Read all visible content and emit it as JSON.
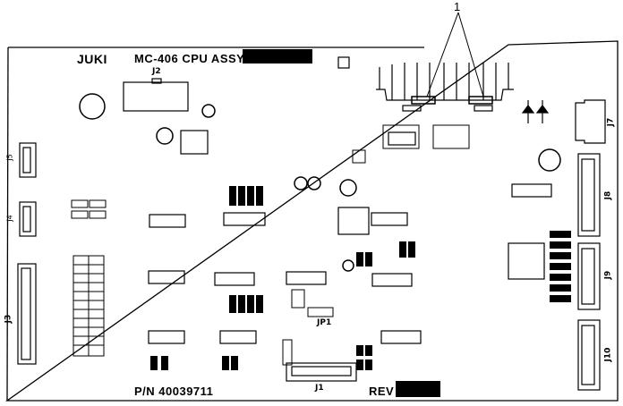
{
  "diagram": {
    "callout_number": "1",
    "board_title": "MC-406 CPU ASSY",
    "brand": "JUKI",
    "part_number": "P/N 40039711",
    "revision_label": "REV",
    "connectors": {
      "j1": "J1",
      "j2": "J2",
      "j3": "J3",
      "j4": "J4",
      "j5": "J5",
      "j7": "J7",
      "j8": "J8",
      "j9": "J9",
      "j10": "J10",
      "jp1": "JP1"
    }
  }
}
